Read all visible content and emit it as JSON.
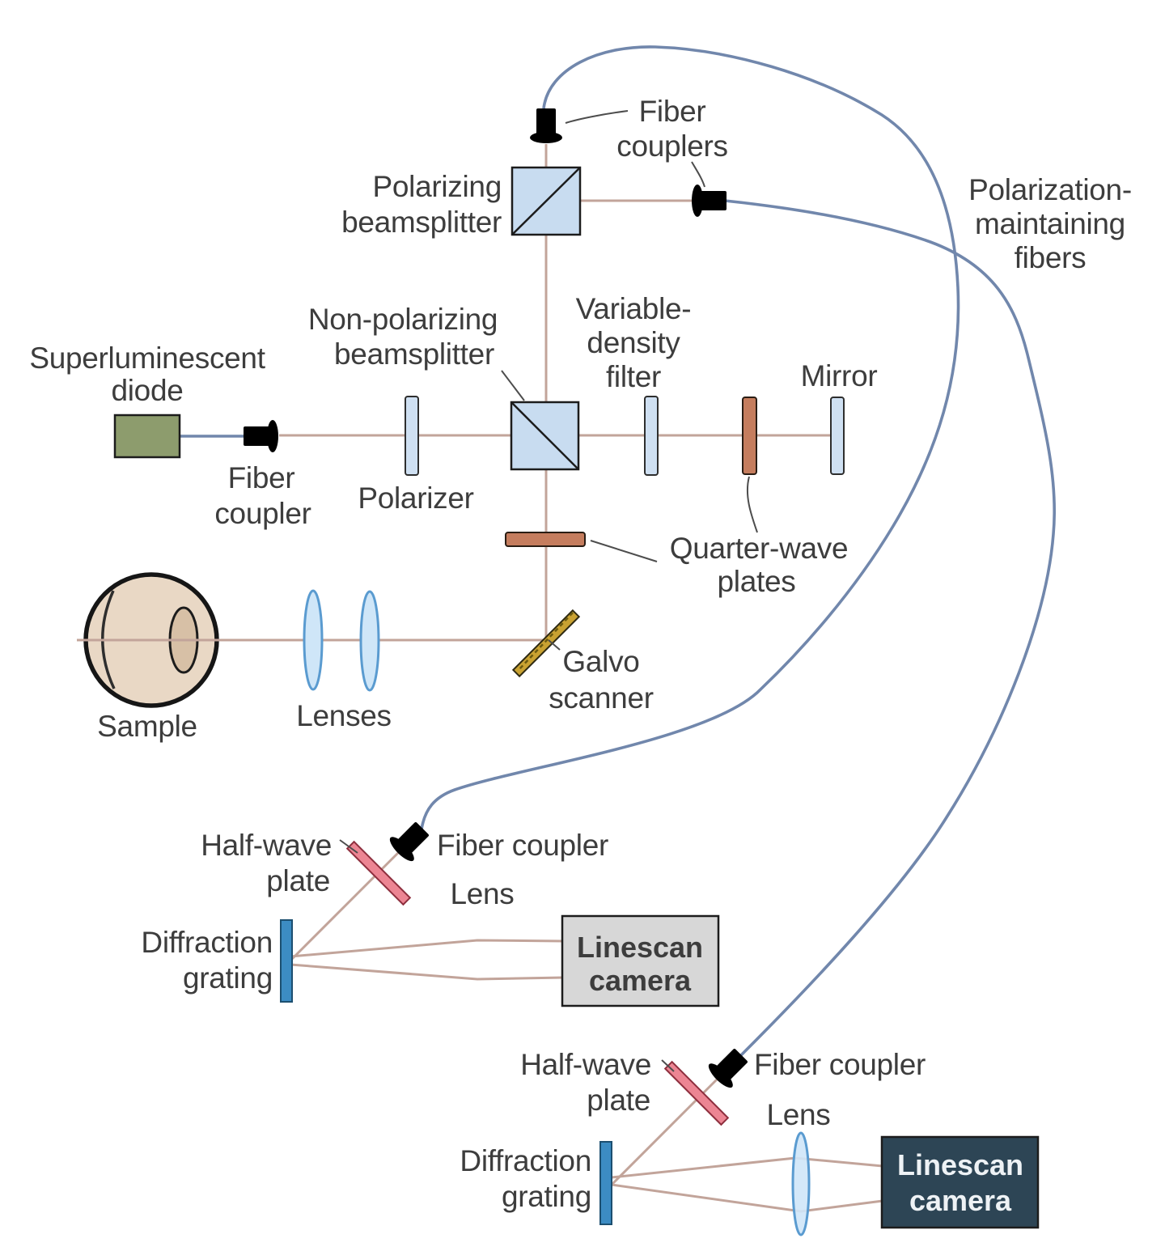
{
  "labels": {
    "fiber_couplers_top": [
      "Fiber",
      "couplers"
    ],
    "polarizing_beamsplitter": [
      "Polarizing",
      "beamsplitter"
    ],
    "non_polarizing_beamsplitter": [
      "Non-polarizing",
      "beamsplitter"
    ],
    "variable_density_filter": [
      "Variable-",
      "density",
      "filter"
    ],
    "mirror": "Mirror",
    "superluminescent_diode": [
      "Superluminescent",
      "diode"
    ],
    "fiber_coupler_source": [
      "Fiber",
      "coupler"
    ],
    "polarizer": "Polarizer",
    "quarter_wave_plates": [
      "Quarter-wave",
      "plates"
    ],
    "sample": "Sample",
    "lenses": "Lenses",
    "galvo_scanner": [
      "Galvo",
      "scanner"
    ],
    "polarization_maintaining_fibers": [
      "Polarization-",
      "maintaining",
      "fibers"
    ],
    "half_wave_plate_1": [
      "Half-wave",
      "plate"
    ],
    "fiber_coupler_1": "Fiber coupler",
    "lens_1": "Lens",
    "diffraction_grating_1": [
      "Diffraction",
      "grating"
    ],
    "linescan_camera_1": [
      "Linescan",
      "camera"
    ],
    "half_wave_plate_2": [
      "Half-wave",
      "plate"
    ],
    "fiber_coupler_2": "Fiber coupler",
    "lens_2": "Lens",
    "diffraction_grating_2": [
      "Diffraction",
      "grating"
    ],
    "linescan_camera_2": [
      "Linescan",
      "camera"
    ]
  },
  "colors": {
    "beam": "#c2a49a",
    "fiber": "#7187ac",
    "optic_fill": "#cfe0f2",
    "beamsplitter_fill": "#c8dcf0",
    "quarter_wave_plate": "#c57d5e",
    "half_wave_plate": "#ec8593",
    "diffraction_grating": "#3c8cc3",
    "fiber_coupler": "#e5b257",
    "galvo": "#c9a232",
    "diode": "#8d9c6d",
    "camera1_fill": "#d7d7d7",
    "camera2_fill": "#2d4555",
    "eye_fill": "#e9d8c5",
    "eye_lens_fill": "#d7c0a6",
    "lens_fill": "#cfe6f8",
    "text": "#3d3d3d"
  }
}
